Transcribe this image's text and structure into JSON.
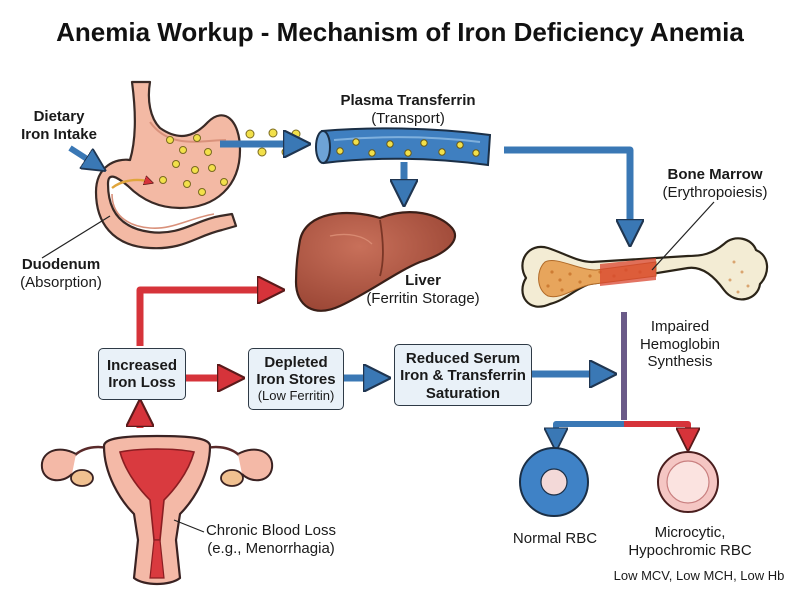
{
  "title": "Anemia Workup - Mechanism of Iron Deficiency Anemia",
  "labels": {
    "dietary_line1": "Dietary",
    "dietary_line2": "Iron Intake",
    "duodenum_name": "Duodenum",
    "duodenum_role": "(Absorption)",
    "transferrin_name": "Plasma Transferrin",
    "transferrin_role": "(Transport)",
    "marrow_name": "Bone Marrow",
    "marrow_role": "(Erythropoiesis)",
    "liver_name": "Liver",
    "liver_role": "(Ferritin Storage)",
    "impaired_line1": "Impaired",
    "impaired_line2": "Hemoglobin",
    "impaired_line3": "Synthesis",
    "blood_loss_line1": "Chronic Blood Loss",
    "blood_loss_line2": "(e.g., Menorrhagia)",
    "normal_rbc": "Normal RBC",
    "micro_line1": "Microcytic,",
    "micro_line2": "Hypochromic RBC",
    "lab_values": "Low MCV, Low MCH, Low Hb"
  },
  "boxes": {
    "iron_loss_line1": "Increased",
    "iron_loss_line2": "Iron Loss",
    "depleted_line1": "Depleted",
    "depleted_line2": "Iron Stores",
    "depleted_sub": "(Low Ferritin)",
    "serum_line1": "Reduced Serum",
    "serum_line2": "Iron & Transferrin",
    "serum_line3": "Saturation"
  },
  "colors": {
    "blue_arrow": "#3a78b5",
    "red_arrow": "#d6333a",
    "iron_particle": "#f2e04a",
    "stomach": "#f3b9a4",
    "liver": "#b75a46",
    "bone": "#f3ecd4",
    "box_fill": "#e9f1f8"
  }
}
